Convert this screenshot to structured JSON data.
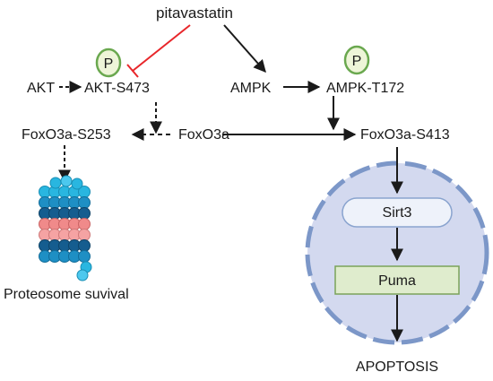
{
  "nodes": {
    "pitavastatin": "pitavastatin",
    "akt": "AKT",
    "akt_s473": "AKT-S473",
    "ampk": "AMPK",
    "ampk_t172": "AMPK-T172",
    "foxo3a": "FoxO3a",
    "foxo3a_s253": "FoxO3a-S253",
    "foxo3a_s413": "FoxO3a-S413",
    "sirt3": "Sirt3",
    "puma": "Puma",
    "proteosome": "Proteosome suvival",
    "apoptosis": "APOPTOSIS"
  },
  "phospho_label": "P",
  "colors": {
    "inhibition": "#e8262a",
    "arrow": "#1a1a1a",
    "phospho_fill": "#eef5d8",
    "phospho_stroke": "#6aa84f",
    "cell_fill": "#d3d9ef",
    "cell_dash": "#7c97c8",
    "sirt3_fill": "#eef2fa",
    "sirt3_stroke": "#8aa4cf",
    "puma_fill": "#dfeccd",
    "puma_stroke": "#7aa35a"
  }
}
